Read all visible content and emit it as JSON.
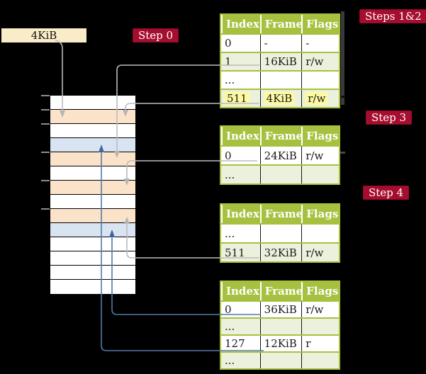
{
  "colors": {
    "background": "#000000",
    "label_crimson": "#A60D2E",
    "table_green": "#A6C13F",
    "table_row_light_green": "#EBF1DC",
    "memory_peach": "#FBE3C9",
    "memory_blue": "#D8E4F2",
    "page_size_cream": "#FAECC9",
    "highlight_yellow": "#FEF9A0",
    "gray_arrow": "#BCBCBC",
    "blue_arrow": "#5578A8"
  },
  "page_size_label": {
    "text": "4KiB"
  },
  "step_labels": {
    "step0": "Step 0",
    "steps12": "Steps 1&2",
    "step3": "Step 3",
    "step4": "Step 4"
  },
  "memory_column": {
    "rows": [
      "white",
      "peach",
      "white",
      "blue",
      "peach",
      "white",
      "peach",
      "white",
      "peach",
      "blue",
      "white",
      "white",
      "white",
      "white"
    ]
  },
  "tables": [
    {
      "id": "pml4",
      "step": "Steps 1&2",
      "headers": [
        "Index",
        "Frame",
        "Flags"
      ],
      "rows": [
        {
          "cells": [
            "0",
            "-",
            "-"
          ],
          "shaded": false,
          "highlighted": false
        },
        {
          "cells": [
            "1",
            "16KiB",
            "r/w"
          ],
          "shaded": true,
          "highlighted": false
        },
        {
          "cells": [
            "...",
            "",
            ""
          ],
          "shaded": false,
          "highlighted": false
        },
        {
          "cells": [
            "511",
            "4KiB",
            "r/w"
          ],
          "shaded": true,
          "highlighted": true
        }
      ]
    },
    {
      "id": "pdpt",
      "step": "Step 3",
      "headers": [
        "Index",
        "Frame",
        "Flags"
      ],
      "rows": [
        {
          "cells": [
            "0",
            "24KiB",
            "r/w"
          ],
          "shaded": false,
          "highlighted": false
        },
        {
          "cells": [
            "...",
            "",
            ""
          ],
          "shaded": true,
          "highlighted": false
        }
      ]
    },
    {
      "id": "pd",
      "step": "Step 4",
      "headers": [
        "Index",
        "Frame",
        "Flags"
      ],
      "rows": [
        {
          "cells": [
            "...",
            "",
            ""
          ],
          "shaded": false,
          "highlighted": false
        },
        {
          "cells": [
            "511",
            "32KiB",
            "r/w"
          ],
          "shaded": true,
          "highlighted": false
        }
      ]
    },
    {
      "id": "pt",
      "step": "",
      "headers": [
        "Index",
        "Frame",
        "Flags"
      ],
      "rows": [
        {
          "cells": [
            "0",
            "36KiB",
            "r/w"
          ],
          "shaded": false,
          "highlighted": false
        },
        {
          "cells": [
            "...",
            "",
            ""
          ],
          "shaded": true,
          "highlighted": false
        },
        {
          "cells": [
            "127",
            "12KiB",
            "r"
          ],
          "shaded": false,
          "highlighted": false
        },
        {
          "cells": [
            "...",
            "",
            ""
          ],
          "shaded": true,
          "highlighted": false
        }
      ]
    }
  ],
  "connectors": [
    {
      "from": "4KiB label",
      "to": "memory frame 4KiB",
      "color": "gray"
    },
    {
      "from": "pml4 row 1 (16KiB)",
      "to": "memory frame 16KiB",
      "color": "gray"
    },
    {
      "from": "pml4 row 511 (4KiB)",
      "to": "memory frame 4KiB",
      "color": "gray"
    },
    {
      "from": "pdpt row 0 (24KiB)",
      "to": "memory frame 24KiB",
      "color": "gray"
    },
    {
      "from": "pd row 511 (32KiB)",
      "to": "memory frame 32KiB",
      "color": "gray"
    },
    {
      "from": "pt row 0 (36KiB)",
      "to": "memory frame 36KiB",
      "color": "blue"
    },
    {
      "from": "pt row 127 (12KiB)",
      "to": "memory frame 12KiB",
      "color": "blue"
    }
  ]
}
